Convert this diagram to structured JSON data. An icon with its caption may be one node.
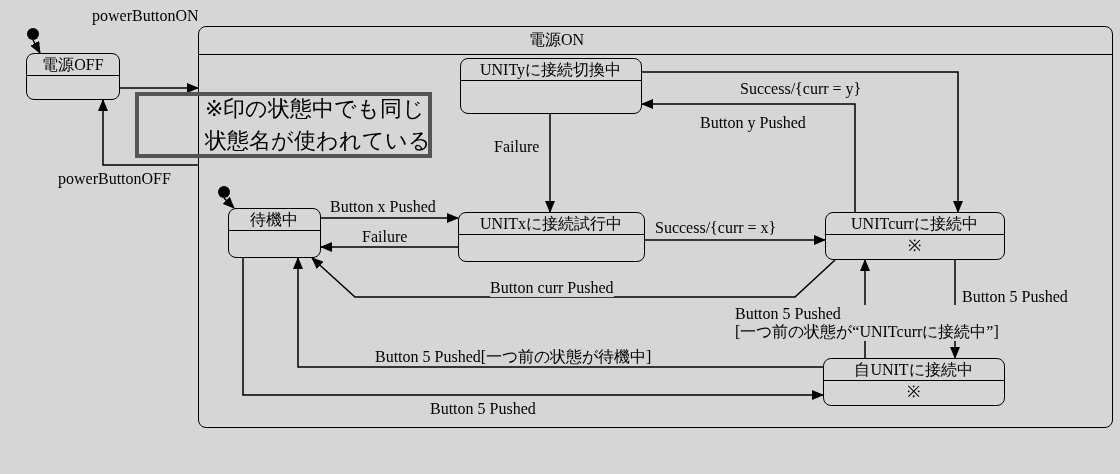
{
  "diagram": {
    "nodes": [
      {
        "text": [],
        "shape": "circle"
      },
      {
        "text": [
          "電源OFF"
        ]
      },
      {
        "text": [
          "電源ON"
        ]
      },
      {
        "text": [
          "※印の状態中でも同じ状態名が使われている"
        ]
      },
      {
        "text": [
          "UNITyに接続切換中"
        ],
        "in": 2
      },
      {
        "text": [],
        "shape": "circle",
        "in": 2
      },
      {
        "text": [
          "待機中"
        ],
        "in": 2
      },
      {
        "text": [
          "UNITxに接続試行中"
        ],
        "in": 2
      },
      {
        "text": [
          "UNITcurrに接続中",
          "※"
        ],
        "in": 2
      },
      {
        "text": [
          "自UNITに接続中",
          "※"
        ],
        "in": 2
      }
    ],
    "edges": [
      {
        "from": 0,
        "to": 1,
        "arrow": "to"
      },
      {
        "from": 1,
        "to": 2,
        "arrow": "to",
        "label": "powerButtonON"
      },
      {
        "from": 2,
        "to": 1,
        "arrow": "to",
        "label": "powerButtonOFF"
      },
      {
        "from": 5,
        "to": 6,
        "arrow": "to"
      },
      {
        "from": 6,
        "to": 7,
        "arrow": "to",
        "label": "Button x Pushed"
      },
      {
        "from": 7,
        "to": 6,
        "arrow": "to",
        "label": "Failure"
      },
      {
        "from": 4,
        "to": 7,
        "arrow": "to",
        "label": "Failure"
      },
      {
        "from": 7,
        "to": 8,
        "arrow": "to",
        "label": "Success/{curr = x}"
      },
      {
        "from": 8,
        "to": 4,
        "arrow": "to",
        "label": "Button y Pushed"
      },
      {
        "from": 4,
        "to": 8,
        "arrow": "to",
        "label": "Success/{curr = y}"
      },
      {
        "from": 8,
        "to": 6,
        "arrow": "to",
        "label": "Button curr Pushed"
      },
      {
        "from": 9,
        "to": 8,
        "arrow": "to",
        "label": "Button 5 Pushed [一つ前の状態が“UNITcurrに接続中”]"
      },
      {
        "from": 8,
        "to": 9,
        "arrow": "to",
        "label": "Button 5 Pushed"
      },
      {
        "from": 9,
        "to": 6,
        "arrow": "to",
        "label": "Button 5 Pushed[一つ前の状態が待機中]"
      },
      {
        "from": 6,
        "to": 9,
        "arrow": "to",
        "label": "Button 5 Pushed"
      }
    ]
  }
}
